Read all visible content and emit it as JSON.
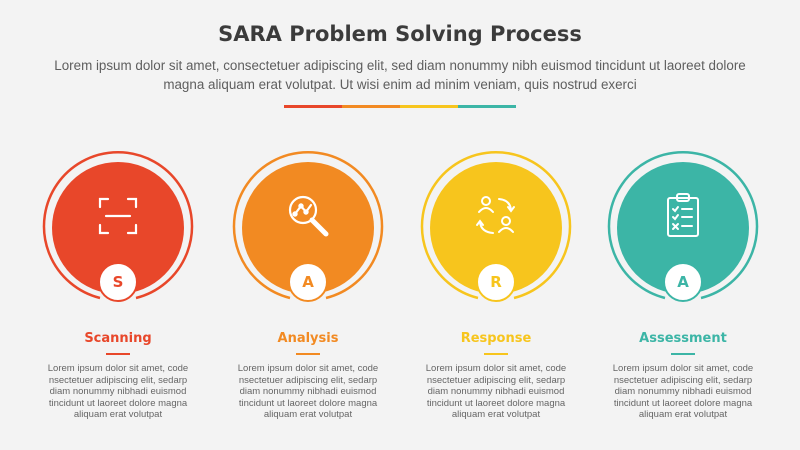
{
  "title": "SARA Problem Solving Process",
  "subtitle": "Lorem ipsum dolor sit amet, consectetuer adipiscing elit, sed diam nonummy nibh euismod tincidunt ut laoreet dolore magna aliquam erat volutpat. Ut wisi enim ad minim veniam, quis nostrud exerci",
  "colors": {
    "red": "#e8472a",
    "orange": "#f28a22",
    "yellow": "#f7c51d",
    "teal": "#3cb5a6"
  },
  "steps": [
    {
      "letter": "S",
      "title": "Scanning",
      "icon": "scan-frame-icon",
      "description": "Lorem ipsum dolor sit amet, code nsectetuer adipiscing elit, sedarp diam nonummy nibhadi euismod tincidunt ut laoreet dolore magna aliquam erat volutpat"
    },
    {
      "letter": "A",
      "title": "Analysis",
      "icon": "magnifier-chart-icon",
      "description": "Lorem ipsum dolor sit amet, code nsectetuer adipiscing elit, sedarp diam nonummy nibhadi euismod tincidunt ut laoreet dolore magna aliquam erat volutpat"
    },
    {
      "letter": "R",
      "title": "Response",
      "icon": "people-exchange-icon",
      "description": "Lorem ipsum dolor sit amet, code nsectetuer adipiscing elit, sedarp diam nonummy nibhadi euismod tincidunt ut laoreet dolore magna aliquam erat volutpat"
    },
    {
      "letter": "A",
      "title": "Assessment",
      "icon": "clipboard-checklist-icon",
      "description": "Lorem ipsum dolor sit amet, code nsectetuer adipiscing elit, sedarp diam nonummy nibhadi euismod tincidunt ut laoreet dolore magna aliquam erat volutpat"
    }
  ]
}
